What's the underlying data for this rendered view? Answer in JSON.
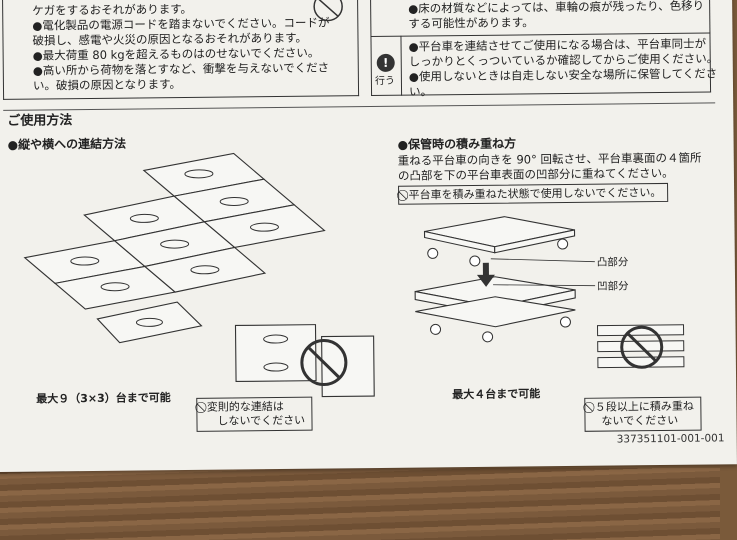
{
  "top_left": {
    "lines": [
      "ケガをするおそれがあります。",
      "●電化製品の電源コードを踏まないでください。コードが",
      "破損し、感電や火災の原因となるおそれがあります。",
      "●最大荷重 80 kgを超えるものはのせないでください。",
      "●高い所から荷物を落とすなど、衝撃を与えないでくださ",
      "い。破損の原因となります。"
    ]
  },
  "top_right": {
    "lines_upper": [
      "●床の材質などによっては、車輪の痕が残ったり、色移り",
      "する可能性があります。"
    ],
    "lines_lower": [
      "●平台車を連結させてご使用になる場合は、平台車同士が",
      "しっかりとくっついているか確認してからご使用ください。",
      "●使用しないときは自走しない安全な場所に保管してくださ",
      "い。"
    ],
    "action_label": "行う",
    "action_mark": "!"
  },
  "section_title": "ご使用方法",
  "left": {
    "heading": "●縦や横への連結方法",
    "caption_max": "最大９（3×3）台まで可能",
    "caption_irregular": [
      "変則的な連結は",
      "しないでください"
    ]
  },
  "right": {
    "heading": "●保管時の積み重ね方",
    "desc": [
      "重ねる平台車の向きを 90° 回転させ、平台車裏面の４箇所",
      "の凸部を下の平台車表面の凹部分に重ねてください。"
    ],
    "prohibit_notice": "平台車を積み重ねた状態で使用しないでください。",
    "label_convex": "凸部分",
    "label_concave": "凹部分",
    "caption_max4": "最大４台まで可能",
    "caption_five": [
      "５段以上に積み重ね",
      "ないでください"
    ]
  },
  "product_code": "337351101-001-001"
}
